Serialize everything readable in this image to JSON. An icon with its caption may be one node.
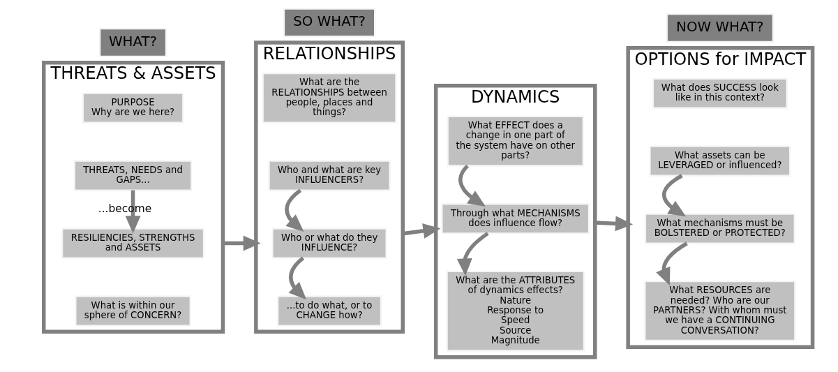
{
  "diagram": {
    "nodes": [
      {
        "text": [
          "THREATS & ASSETS"
        ]
      },
      {
        "text": [
          "PURPOSE",
          "Why are we here?"
        ],
        "in": 0
      },
      {
        "text": [
          "THREATS, NEEDS and GAPS..."
        ],
        "in": 0
      },
      {
        "text": [
          "RESILIENCIES, STRENGTHS and ASSETS"
        ],
        "in": 0
      },
      {
        "text": [
          "What is within our sphere of CONCERN?"
        ],
        "in": 0
      },
      {
        "text": [
          "RELATIONSHIPS"
        ]
      },
      {
        "text": [
          "What are the RELATIONSHIPS between people, places and things?"
        ],
        "in": 5
      },
      {
        "text": [
          "Who and what are key INFLUENCERS?"
        ],
        "in": 5
      },
      {
        "text": [
          "Who or what do they INFLUENCE?"
        ],
        "in": 5
      },
      {
        "text": [
          "...to do what, or to CHANGE how?"
        ],
        "in": 5
      },
      {
        "text": [
          "DYNAMICS"
        ]
      },
      {
        "text": [
          "What EFFECT does a change in one part of the system have on other parts?"
        ],
        "in": 10
      },
      {
        "text": [
          "Through what MECHANISMS does influence flow?"
        ],
        "in": 10
      },
      {
        "text": [
          "What are the ATTRIBUTES of dynamics effects?",
          "Nature",
          "Response to",
          "Speed",
          "Source",
          "Magnitude"
        ],
        "in": 10
      },
      {
        "text": [
          "OPTIONS for IMPACT"
        ]
      },
      {
        "text": [
          "What does SUCCESS look like in this context?"
        ],
        "in": 14
      },
      {
        "text": [
          "What assets can be LEVERAGED or influenced?"
        ],
        "in": 14
      },
      {
        "text": [
          "What mechanisms must be BOLSTERED or PROTECTED?"
        ],
        "in": 14
      },
      {
        "text": [
          "What RESOURCES are needed? Who are our PARTNERS? With whom must we have a CONTINUING CONVERSATION?"
        ],
        "in": 14
      },
      {
        "text": [
          "WHAT?"
        ]
      },
      {
        "text": [
          "SO WHAT?"
        ]
      },
      {
        "text": [
          "NOW WHAT?"
        ]
      }
    ],
    "edges": [
      {
        "from": 2,
        "to": 3,
        "arrow": "to",
        "label": "...become"
      },
      {
        "from": 7,
        "to": 8,
        "arrow": "to"
      },
      {
        "from": 8,
        "to": 9,
        "arrow": "to"
      },
      {
        "from": 11,
        "to": 12,
        "arrow": "to"
      },
      {
        "from": 12,
        "to": 13,
        "arrow": "to"
      },
      {
        "from": 16,
        "to": 17,
        "arrow": "to"
      },
      {
        "from": 17,
        "to": 18,
        "arrow": "to"
      },
      {
        "from": 0,
        "to": 5,
        "arrow": "to"
      },
      {
        "from": 5,
        "to": 10,
        "arrow": "to"
      },
      {
        "from": 10,
        "to": 14,
        "arrow": "to"
      }
    ]
  }
}
